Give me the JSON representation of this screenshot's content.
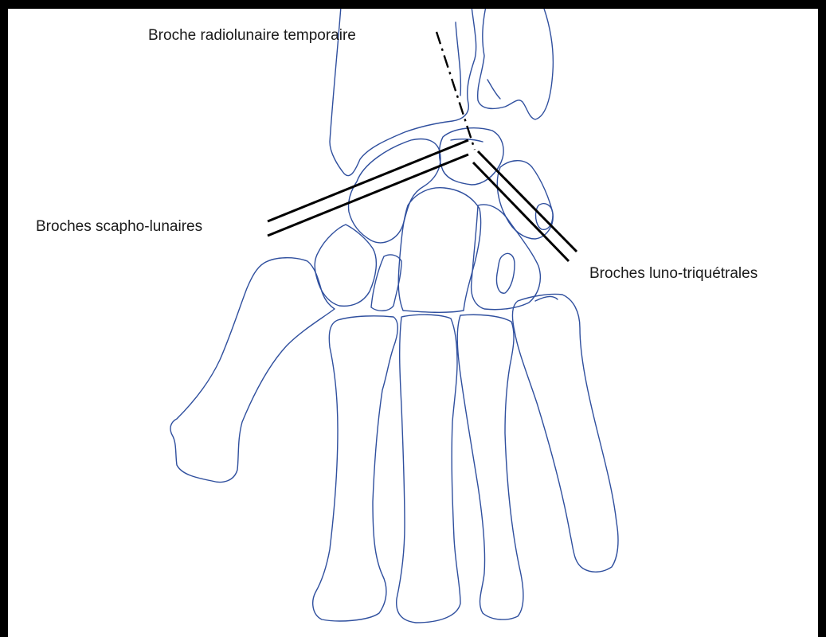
{
  "colors": {
    "background": "#ffffff",
    "frame": "#000000",
    "bone_outline": "#2f4f9e",
    "pin": "#000000"
  },
  "labels": {
    "temporary_pin": "Broche radiolunaire temporaire",
    "scapholunate_pins": "Broches scapho-lunaires",
    "lunotriquetral_pins": "Broches luno-triquétrales"
  }
}
